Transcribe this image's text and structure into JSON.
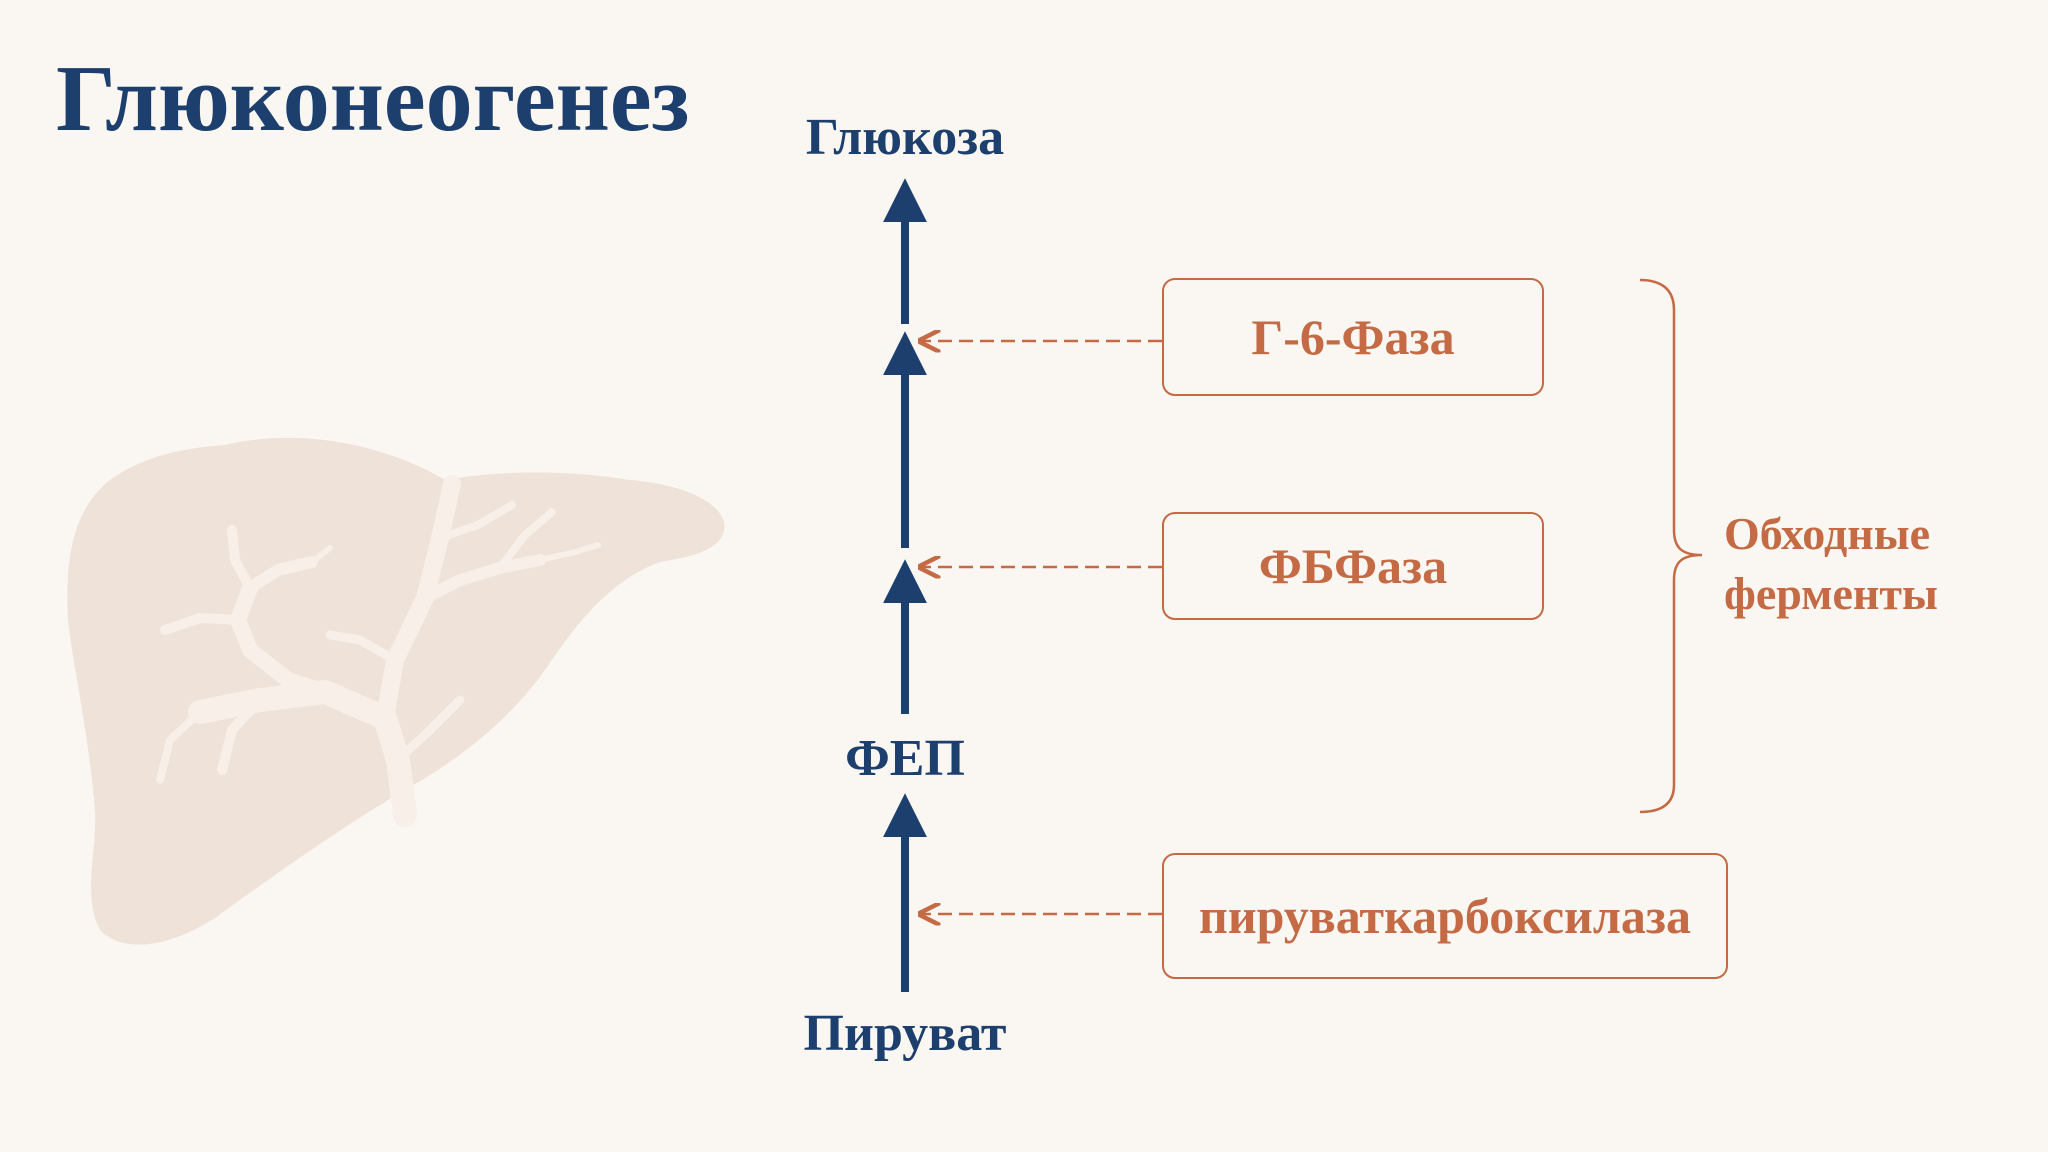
{
  "title": "Глюконеогенез",
  "pathway": {
    "top": "Глюкоза",
    "middle": "ФЕП",
    "bottom": "Пируват"
  },
  "enzymes": [
    {
      "label": "Г-6-Фаза"
    },
    {
      "label": "ФБФаза"
    },
    {
      "label": "пируваткарбоксилаза"
    }
  ],
  "bypass_label": {
    "line1": "Обходные",
    "line2": "ферменты"
  },
  "icons": {
    "background_illustration": "liver-icon"
  },
  "colors": {
    "background": "#faf6f2",
    "primary": "#1c3f6e",
    "accent": "#c46a44",
    "liver": "#efe2d8",
    "liver_vessels": "#f7efe8"
  }
}
